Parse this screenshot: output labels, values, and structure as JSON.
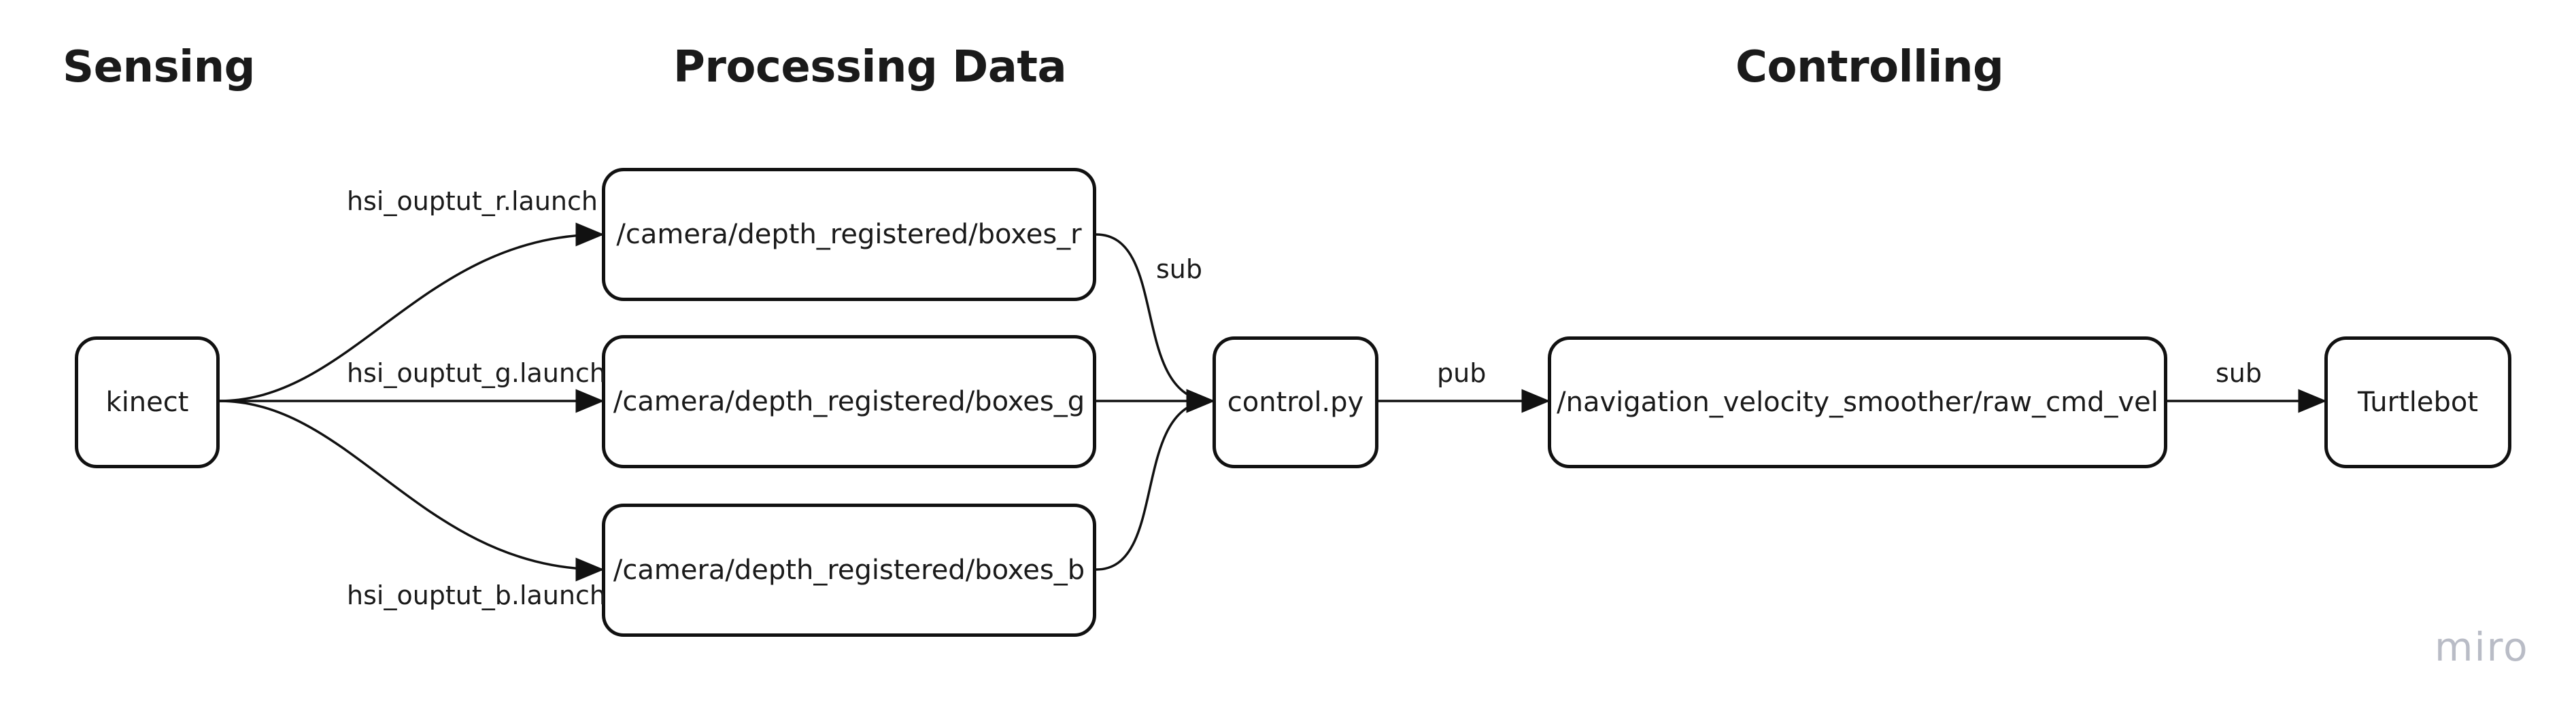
{
  "headings": {
    "sensing": "Sensing",
    "processing": "Processing Data",
    "controlling": "Controlling"
  },
  "nodes": {
    "kinect": "kinect",
    "boxes_r": "/camera/depth_registered/boxes_r",
    "boxes_g": "/camera/depth_registered/boxes_g",
    "boxes_b": "/camera/depth_registered/boxes_b",
    "control": "control.py",
    "raw_cmd_vel": "/navigation_velocity_smoother/raw_cmd_vel",
    "turtlebot": "Turtlebot"
  },
  "edge_labels": {
    "launch_r": "hsi_ouptut_r.launch",
    "launch_g": "hsi_ouptut_g.launch",
    "launch_b": "hsi_ouptut_b.launch",
    "sub_boxes": "sub",
    "pub_control": "pub",
    "sub_turtlebot": "sub"
  },
  "watermark": "miro",
  "colors": {
    "stroke": "#111111",
    "watermark": "#b9bcc6"
  }
}
